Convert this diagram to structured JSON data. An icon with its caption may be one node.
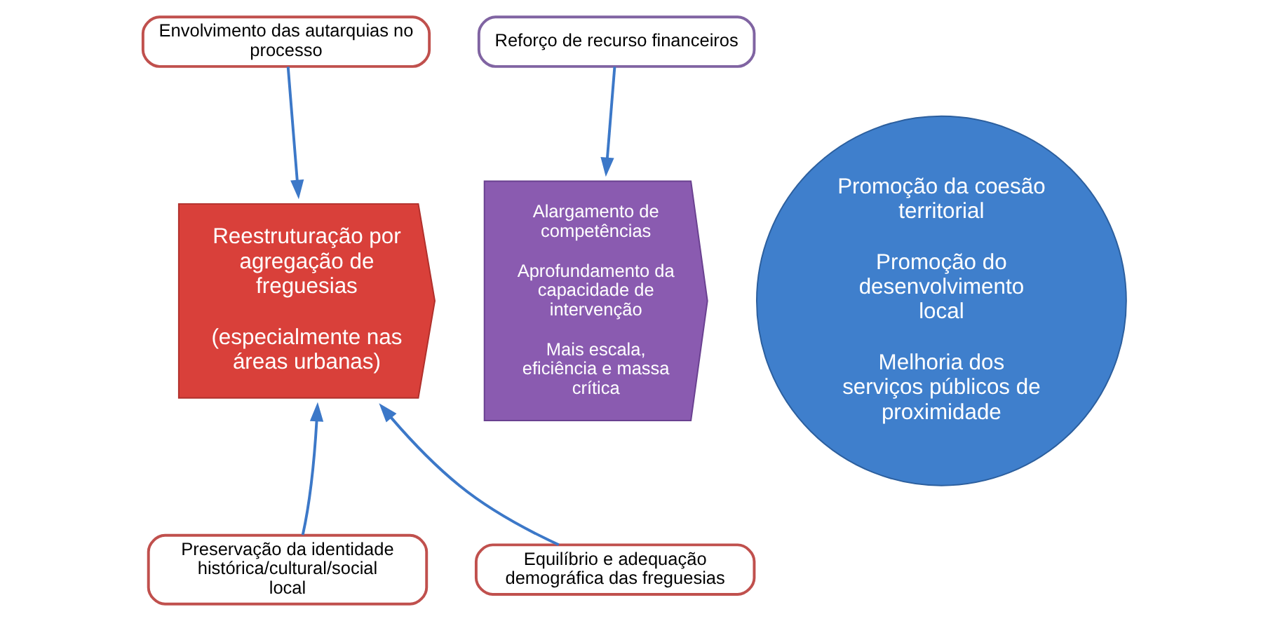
{
  "diagram": {
    "nodes": [
      {
        "text": [
          "Envolvimento das autarquias no processo"
        ]
      },
      {
        "text": [
          "Reforço de recurso financeiros"
        ]
      },
      {
        "text": [
          "Reestruturação por agregação de freguesias",
          "(especialmente nas áreas urbanas)"
        ]
      },
      {
        "text": [
          "Alargamento de competências",
          "Aprofundamento da capacidade de intervenção",
          "Mais escala, eficiência e massa crítica"
        ]
      },
      {
        "text": [
          "Promoção da coesão territorial",
          "Promoção do desenvolvimento local",
          "Melhoria dos serviços públicos de proximidade"
        ]
      },
      {
        "text": [
          "Preservação da identidade histórica/cultural/social local"
        ]
      },
      {
        "text": [
          "Equilíbrio e adequação demográfica das freguesias"
        ]
      }
    ],
    "edges": [
      {
        "from": 0,
        "to": 2,
        "arrow": "to"
      },
      {
        "from": 1,
        "to": 3,
        "arrow": "to"
      },
      {
        "from": 5,
        "to": 2,
        "arrow": "to"
      },
      {
        "from": 6,
        "to": 2,
        "arrow": "to"
      }
    ]
  }
}
